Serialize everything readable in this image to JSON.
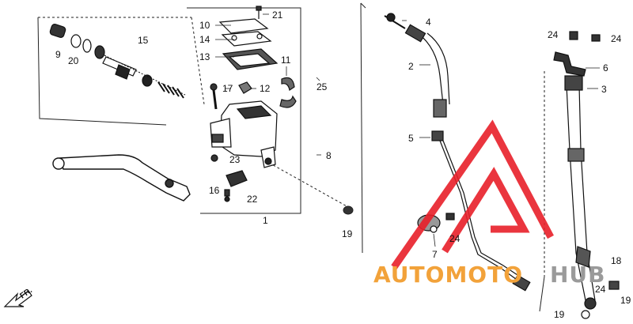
{
  "diagram": {
    "part_labels": [
      "1",
      "2",
      "3",
      "4",
      "5",
      "6",
      "7",
      "8",
      "9",
      "10",
      "11",
      "12",
      "13",
      "14",
      "15",
      "16",
      "17",
      "18",
      "19",
      "19",
      "19",
      "20",
      "21",
      "22",
      "23",
      "24",
      "24",
      "24",
      "24",
      "25"
    ],
    "direction_label": "FR.",
    "watermark": {
      "text_a": "AUTOMOTO",
      "text_b": "HUB",
      "color_a": "#f2a23a",
      "color_b": "#9a9a9a",
      "logo_color": "#e8202a"
    }
  }
}
